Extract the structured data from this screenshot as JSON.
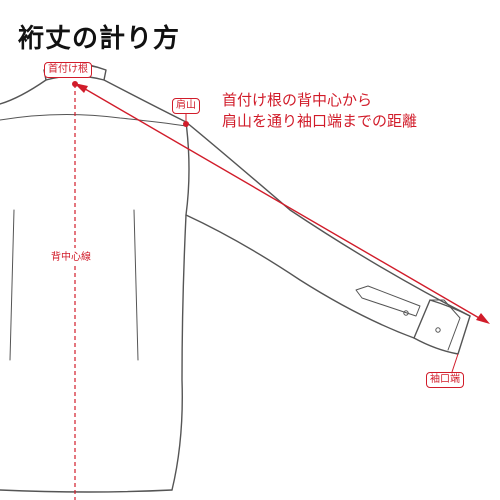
{
  "title": "裄丈の計り方",
  "labels": {
    "neck_base": "首付け根",
    "shoulder_point": "肩山",
    "cuff_end": "袖口端",
    "center_back_line": "背中心線"
  },
  "description": {
    "line1": "首付け根の背中心から",
    "line2": "肩山を通り袖口端までの距離"
  },
  "colors": {
    "accent": "#d11c2a",
    "line_art": "#555555",
    "background": "#ffffff"
  }
}
